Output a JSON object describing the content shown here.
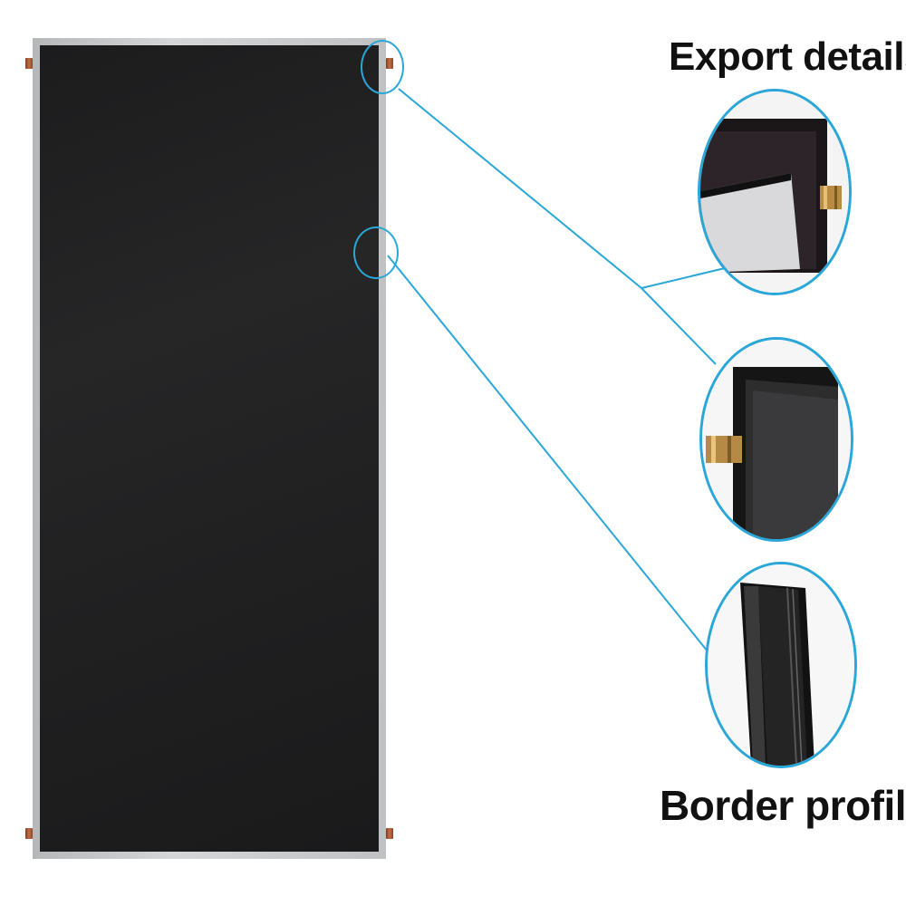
{
  "labels": {
    "export_details": "Export details",
    "border_profile": "Border profile"
  },
  "colors": {
    "accent_line": "#2aa7d8",
    "panel_glass": "#212122",
    "frame": "#c8cacc",
    "copper": "#b5653f"
  },
  "callouts": [
    "export-detail-closeup",
    "corner-pipe-closeup",
    "border-profile-closeup"
  ]
}
